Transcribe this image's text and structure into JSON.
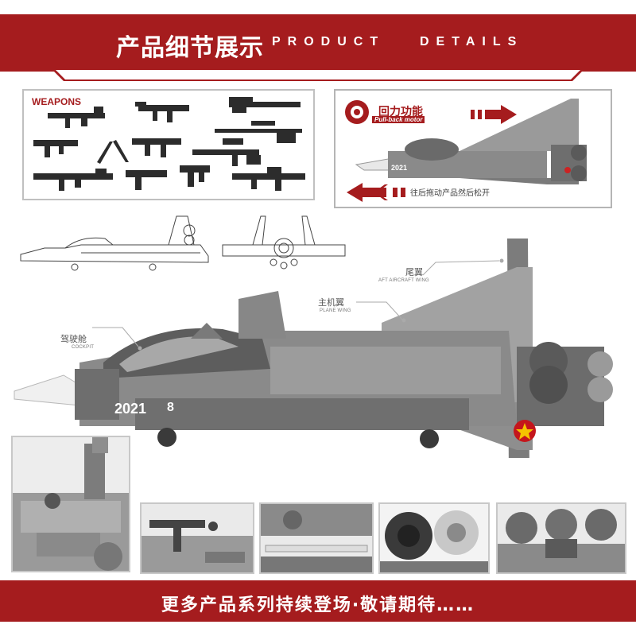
{
  "header": {
    "title_cn": "产品细节展示",
    "title_en_1": "PRODUCT",
    "title_en_2": "DETAILS"
  },
  "weapons": {
    "title": "WEAPONS"
  },
  "pullback": {
    "badge_cn": "回力功能",
    "badge_en": "Pull-back motor",
    "caption": "往后拖动产品然后松开",
    "plane_number": "2021"
  },
  "callouts": {
    "tail_cn": "尾翼",
    "tail_en": "AFT AIRCRAFT WING",
    "wing_cn": "主机翼",
    "wing_en": "PLANE WING",
    "cockpit_cn": "驾驶舱",
    "cockpit_en": "COCKPIT"
  },
  "main_model": {
    "number": "2021",
    "number_suffix": "8"
  },
  "footer": {
    "text": "更多产品系列持续登场·敬请期待……"
  },
  "colors": {
    "brand_red": "#a51c1e",
    "model_gray": "#8a8a8a",
    "dark_gray": "#5a5a5a"
  }
}
